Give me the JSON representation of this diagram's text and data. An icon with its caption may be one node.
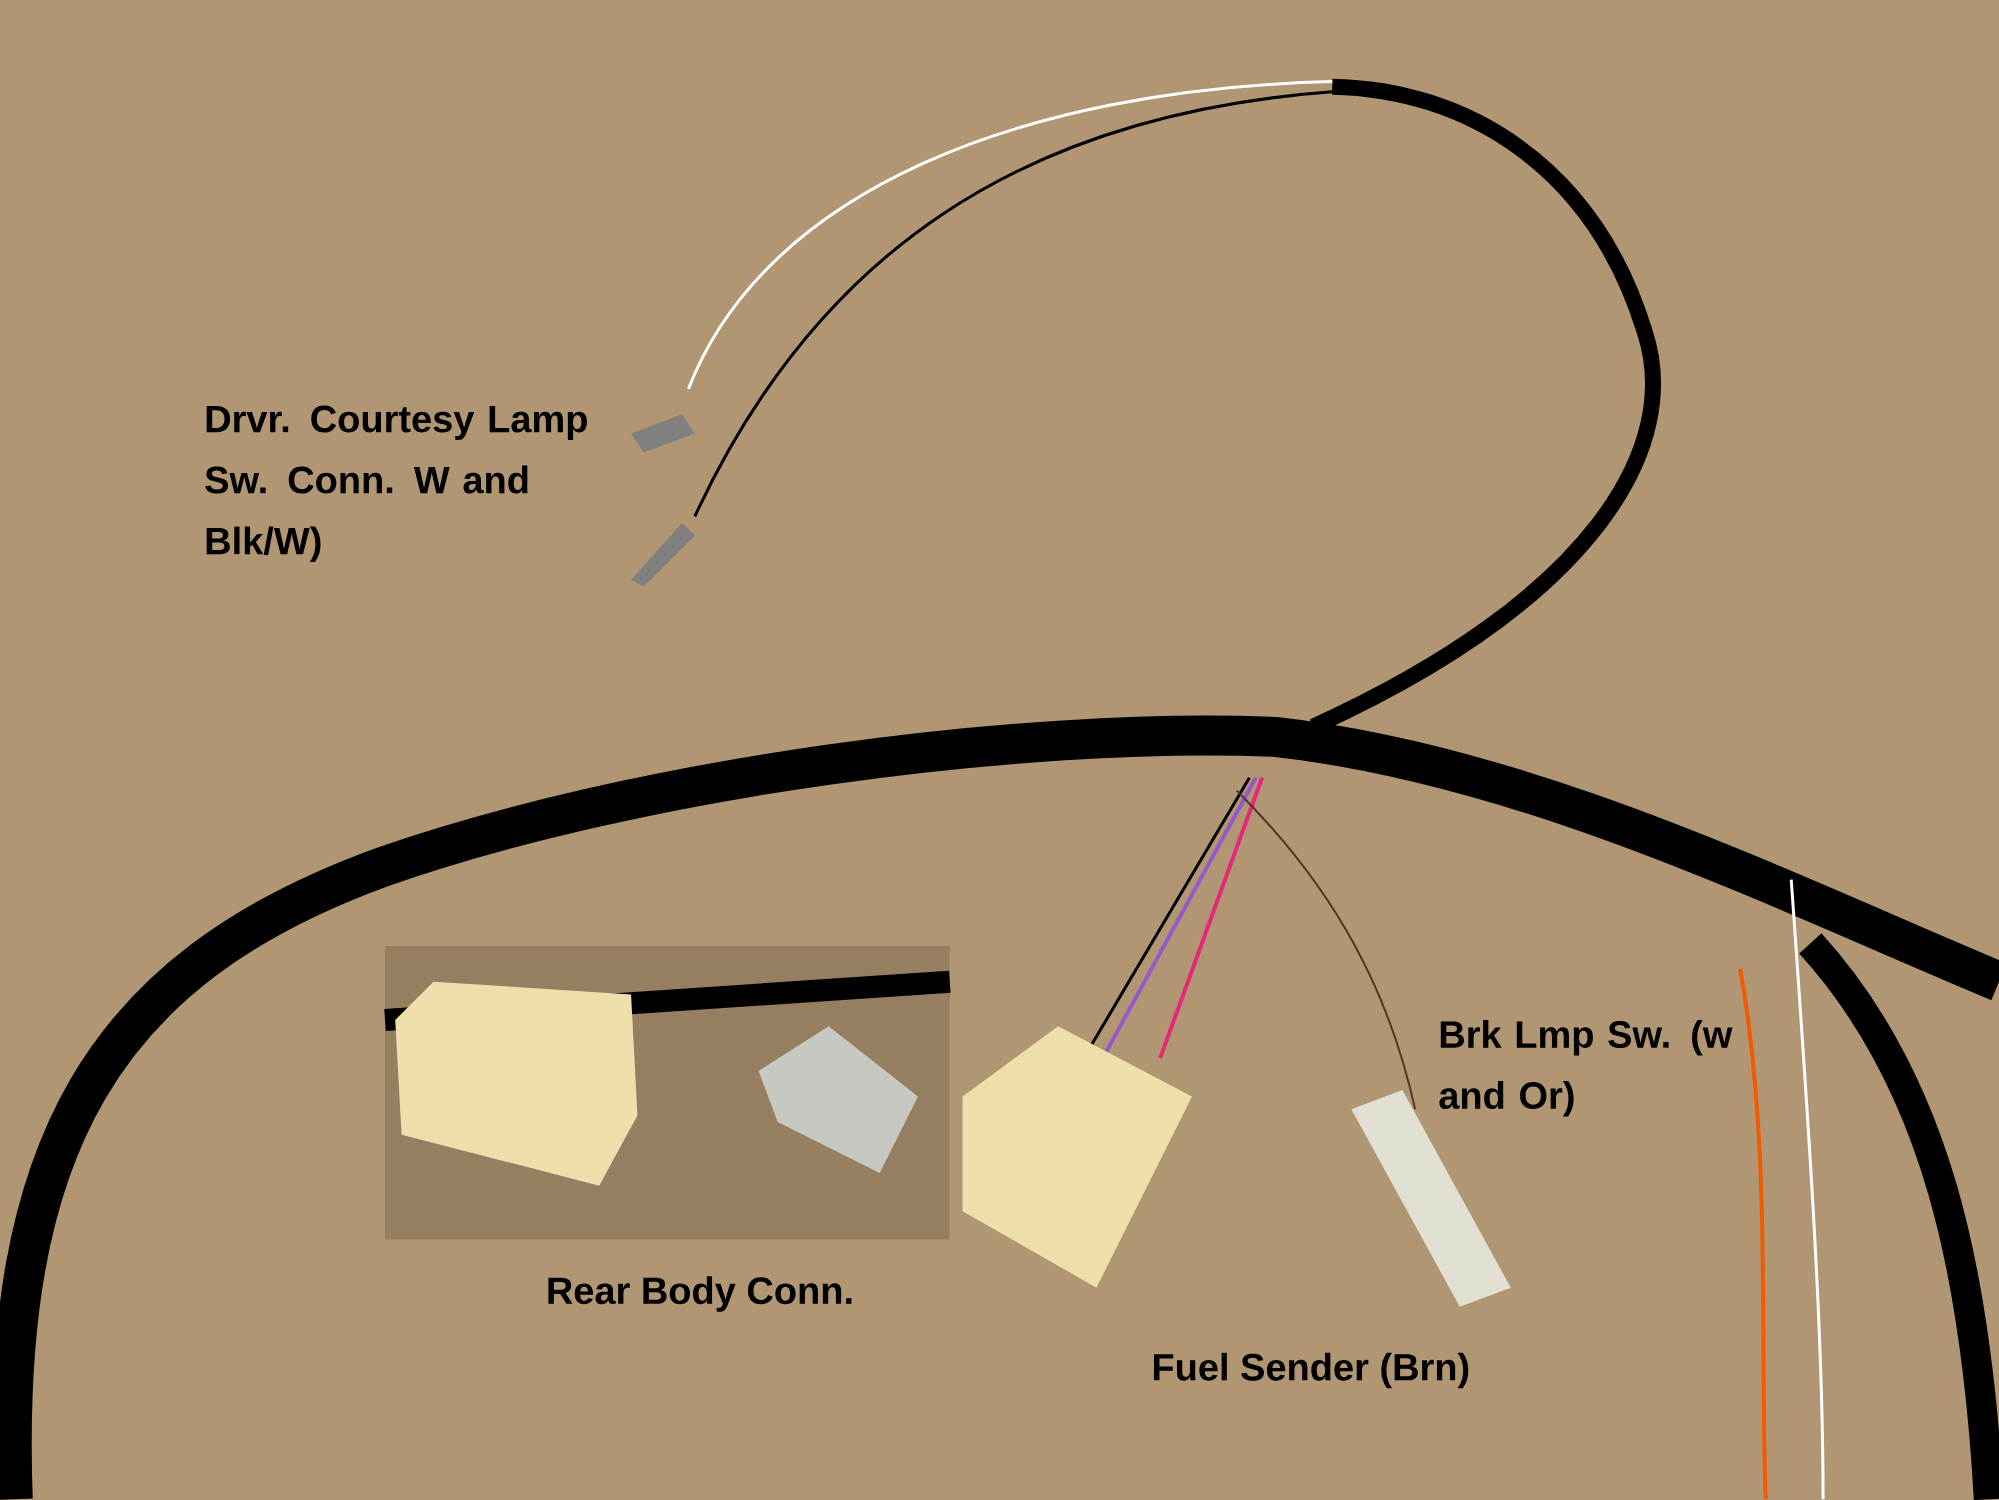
{
  "diagram": {
    "labels": [
      "Drvr. Courtesy Lamp Sw. Conn. W and Blk/W)",
      "Brk Lmp Sw. (w and Or)",
      "Rear Body Conn.",
      "Fuel Sender (Brn)"
    ]
  }
}
